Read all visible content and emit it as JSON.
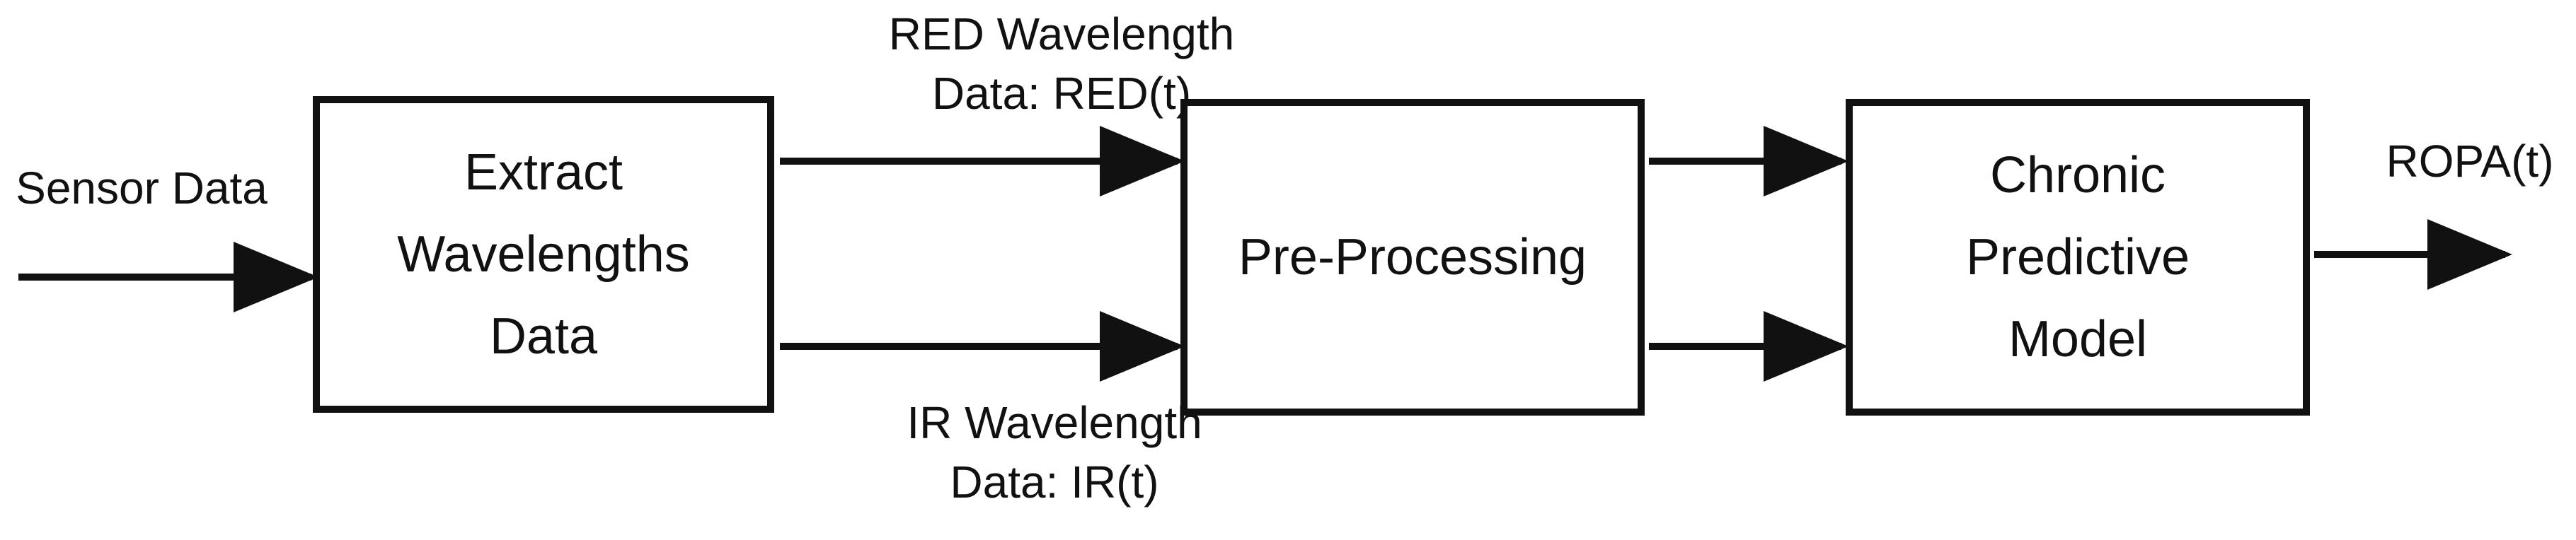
{
  "blocks": {
    "extract": "Extract\nWavelengths\nData",
    "preprocess": "Pre-Processing",
    "chronic": "Chronic\nPredictive\nModel"
  },
  "labels": {
    "sensor_data": "Sensor Data",
    "red_wavelength": "RED Wavelength\nData: RED(t)",
    "ir_wavelength": "IR Wavelength\nData: IR(t)",
    "ropa": "ROPA(t)"
  },
  "colors": {
    "stroke": "#111111",
    "background": "#ffffff"
  }
}
